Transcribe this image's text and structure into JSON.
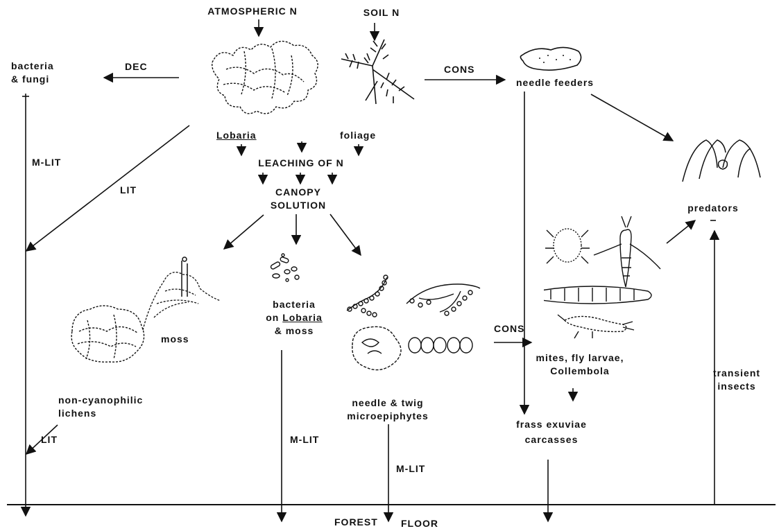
{
  "sources": {
    "atmospheric": "ATMOSPHERIC N",
    "soil": "SOIL N"
  },
  "canopy": {
    "lobaria": "Lobaria",
    "foliage": "foliage",
    "leaching": "LEACHING OF N",
    "solution_1": "CANOPY",
    "solution_2": "SOLUTION"
  },
  "consumers": {
    "needle_feeders": "needle feeders",
    "predators": "predators",
    "mites_line1": "mites, fly larvae,",
    "mites_line2": "Collembola",
    "transient_1": "transient",
    "transient_2": "insects"
  },
  "decomposers": {
    "line1": "bacteria",
    "line2": "& fungi"
  },
  "epiphytes": {
    "moss": "moss",
    "lichens_1": "non-cyanophilic",
    "lichens_2": "lichens",
    "bacteria_1": "bacteria",
    "bacteria_2a": "on ",
    "bacteria_2b": "Lobaria",
    "bacteria_3": "& moss",
    "micro_1": "needle & twig",
    "micro_2": "microepiphytes"
  },
  "products": {
    "line1": "frass  exuviae",
    "line2": "carcasses"
  },
  "flows": {
    "dec": "DEC",
    "cons": "CONS",
    "lit": "LIT",
    "mlit": "M-LIT"
  },
  "floor": {
    "forest": "FOREST",
    "floor": "FLOOR"
  }
}
